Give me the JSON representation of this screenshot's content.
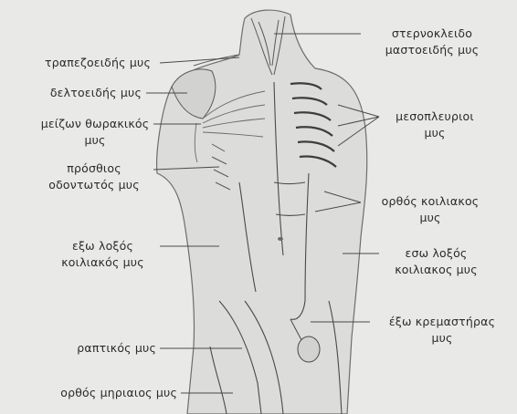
{
  "labels": {
    "sternocleido_1": "στερνοκλειδο",
    "sternocleido_2": "μαστοειδής μυς",
    "trapezius": "τραπεζοειδής μυς",
    "deltoid": "δελτοειδής μυς",
    "pectoralis_1": "μείζων θωρακικός",
    "pectoralis_2": "μυς",
    "serratus_1": "πρόσθιος",
    "serratus_2": "οδοντωτός μυς",
    "external_oblique_1": "εξω λοξός",
    "external_oblique_2": "κοιλιακός μυς",
    "sartorius": "ραπτικός μυς",
    "rectus_femoris": "ορθός μηριαιος μυς",
    "intercostal_1": "μεσοπλευριοι",
    "intercostal_2": "μυς",
    "rectus_abdominis_1": "ορθός κοιλιακος",
    "rectus_abdominis_2": "μυς",
    "internal_oblique_1": "εσω λοξός",
    "internal_oblique_2": "κοιλιακος μυς",
    "cremaster_1": "έξω κρεμαστήρας",
    "cremaster_2": "μυς"
  }
}
